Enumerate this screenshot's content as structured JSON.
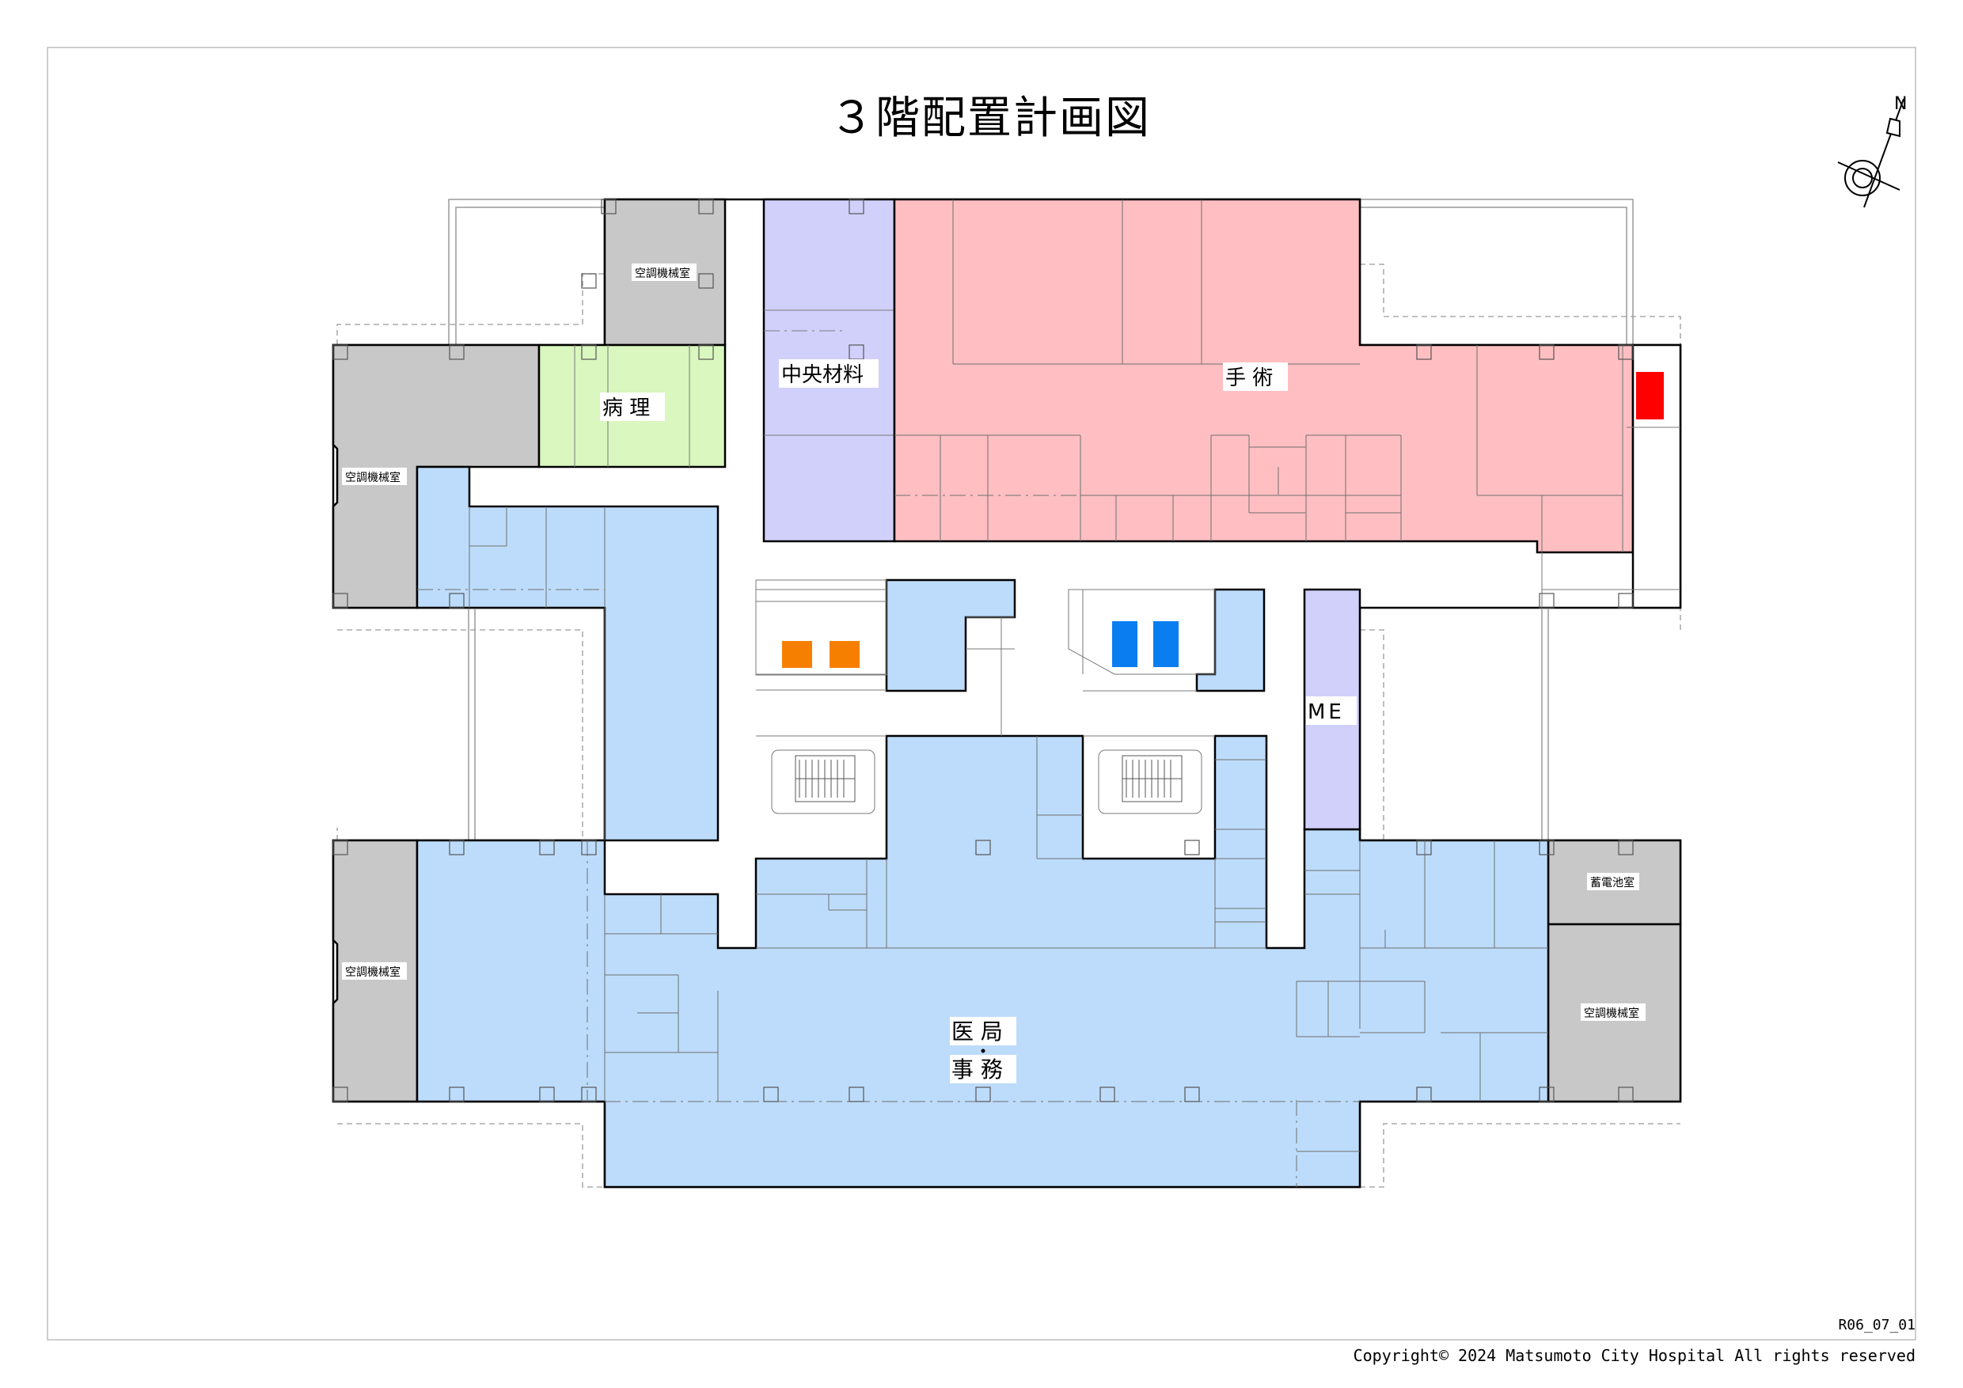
{
  "title": "３階配置計画図",
  "compass": {
    "north_letter": "N"
  },
  "rooms": {
    "ac_room_top": "空調機械室",
    "ac_room_left_top": "空調機械室",
    "ac_room_left_bottom": "空調機械室",
    "ac_room_right": "空調機械室",
    "battery_room": "蓄電池室",
    "pathology": "病 理",
    "central_materials": "中央材料",
    "surgery": "手 術",
    "me": "ME",
    "medical_office_line1": "医 局",
    "medical_office_line2": "事 務"
  },
  "colors": {
    "ac_room": "#c8c8c8",
    "pathology": "#d9f7be",
    "central_materials": "#d1d0fb",
    "surgery": "#ffbfc2",
    "medical_office": "#bddcfb",
    "me": "#d1d0fb",
    "marker_red": "#ff0000",
    "marker_orange": "#f77f00",
    "marker_blue": "#0a7df0"
  },
  "footer": {
    "doc_code": "R06_07_01",
    "copyright": "Copyright© 2024 Matsumoto City Hospital All rights reserved"
  }
}
